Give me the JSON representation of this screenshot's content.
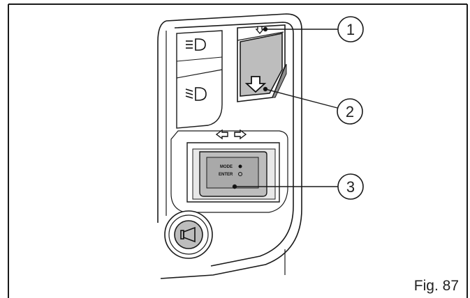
{
  "figure": {
    "label": "Fig. 87"
  },
  "callouts": [
    {
      "number": "1"
    },
    {
      "number": "2"
    },
    {
      "number": "3"
    }
  ],
  "mode_button": {
    "line1": "MODE",
    "line2": "ENTER"
  },
  "icons": {
    "high_beam": "high-beam-icon",
    "low_beam": "low-beam-icon",
    "flash_up": "arrow-up-icon",
    "flash_down": "arrow-down-icon",
    "turn_left": "arrow-left-icon",
    "turn_right": "arrow-right-icon",
    "horn": "horn-icon"
  },
  "colors": {
    "line": "#1a1a1a",
    "switch_gray": "#bdbdbd",
    "switch_dark": "#8f8f8f",
    "housing": "#ffffff"
  }
}
